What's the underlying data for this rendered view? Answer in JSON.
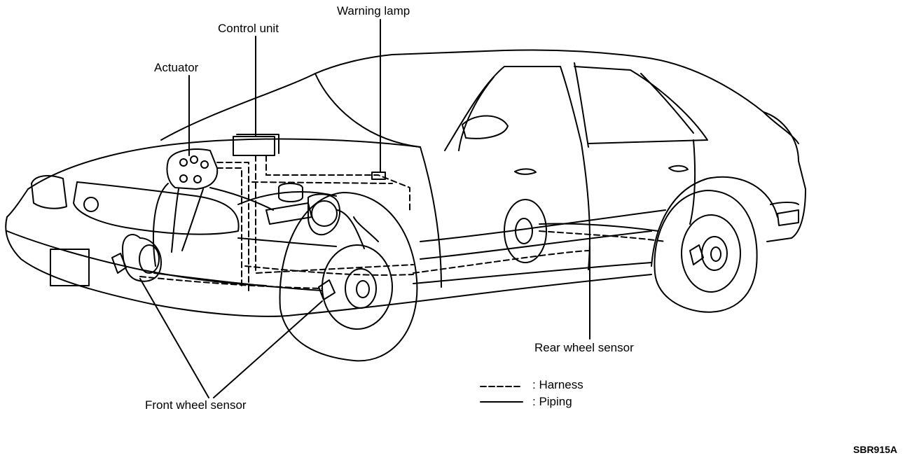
{
  "labels": {
    "warning_lamp": "Warning lamp",
    "control_unit": "Control unit",
    "actuator": "Actuator",
    "rear_wheel_sensor": "Rear wheel sensor",
    "front_wheel_sensor": "Front wheel sensor"
  },
  "legend": {
    "harness": ": Harness",
    "piping": ": Piping"
  },
  "figure_code": "SBR915A"
}
